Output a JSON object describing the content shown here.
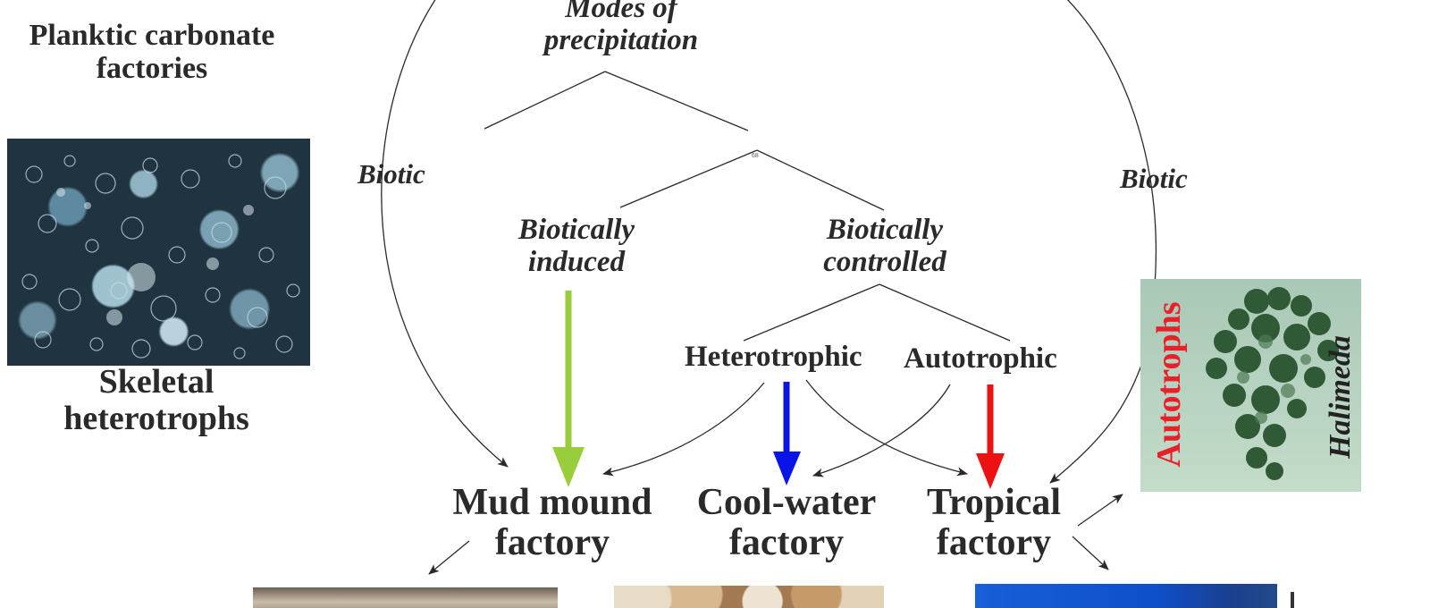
{
  "title_line1": "Modes of",
  "title_line2": "precipitation",
  "biotic_left": "Biotic",
  "biotic_right": "Biotic",
  "biotically_induced_1": "Biotically",
  "biotically_induced_2": "induced",
  "biotically_controlled_1": "Biotically",
  "biotically_controlled_2": "controlled",
  "heterotrophic": "Heterotrophic",
  "autotrophic": "Autotrophic",
  "mud_mound_1": "Mud mound",
  "mud_mound_2": "factory",
  "cool_water_1": "Cool-water",
  "cool_water_2": "factory",
  "tropical_1": "Tropical",
  "tropical_2": "factory",
  "planktic_1": "Planktic carbonate",
  "planktic_2": "factories",
  "skeletal_1": "Skeletal",
  "skeletal_2": "heterotrophs",
  "autotrophs_label": "Autotrophs",
  "halimeda_label": "Halimeda",
  "small_mark": "68",
  "colors": {
    "induced_arrow": "#9acd3c",
    "heterotrophic_arrow": "#0a14e6",
    "autotrophic_arrow": "#ee1111",
    "autotrophs_text": "#e8202a",
    "text": "#2a2a2a"
  }
}
